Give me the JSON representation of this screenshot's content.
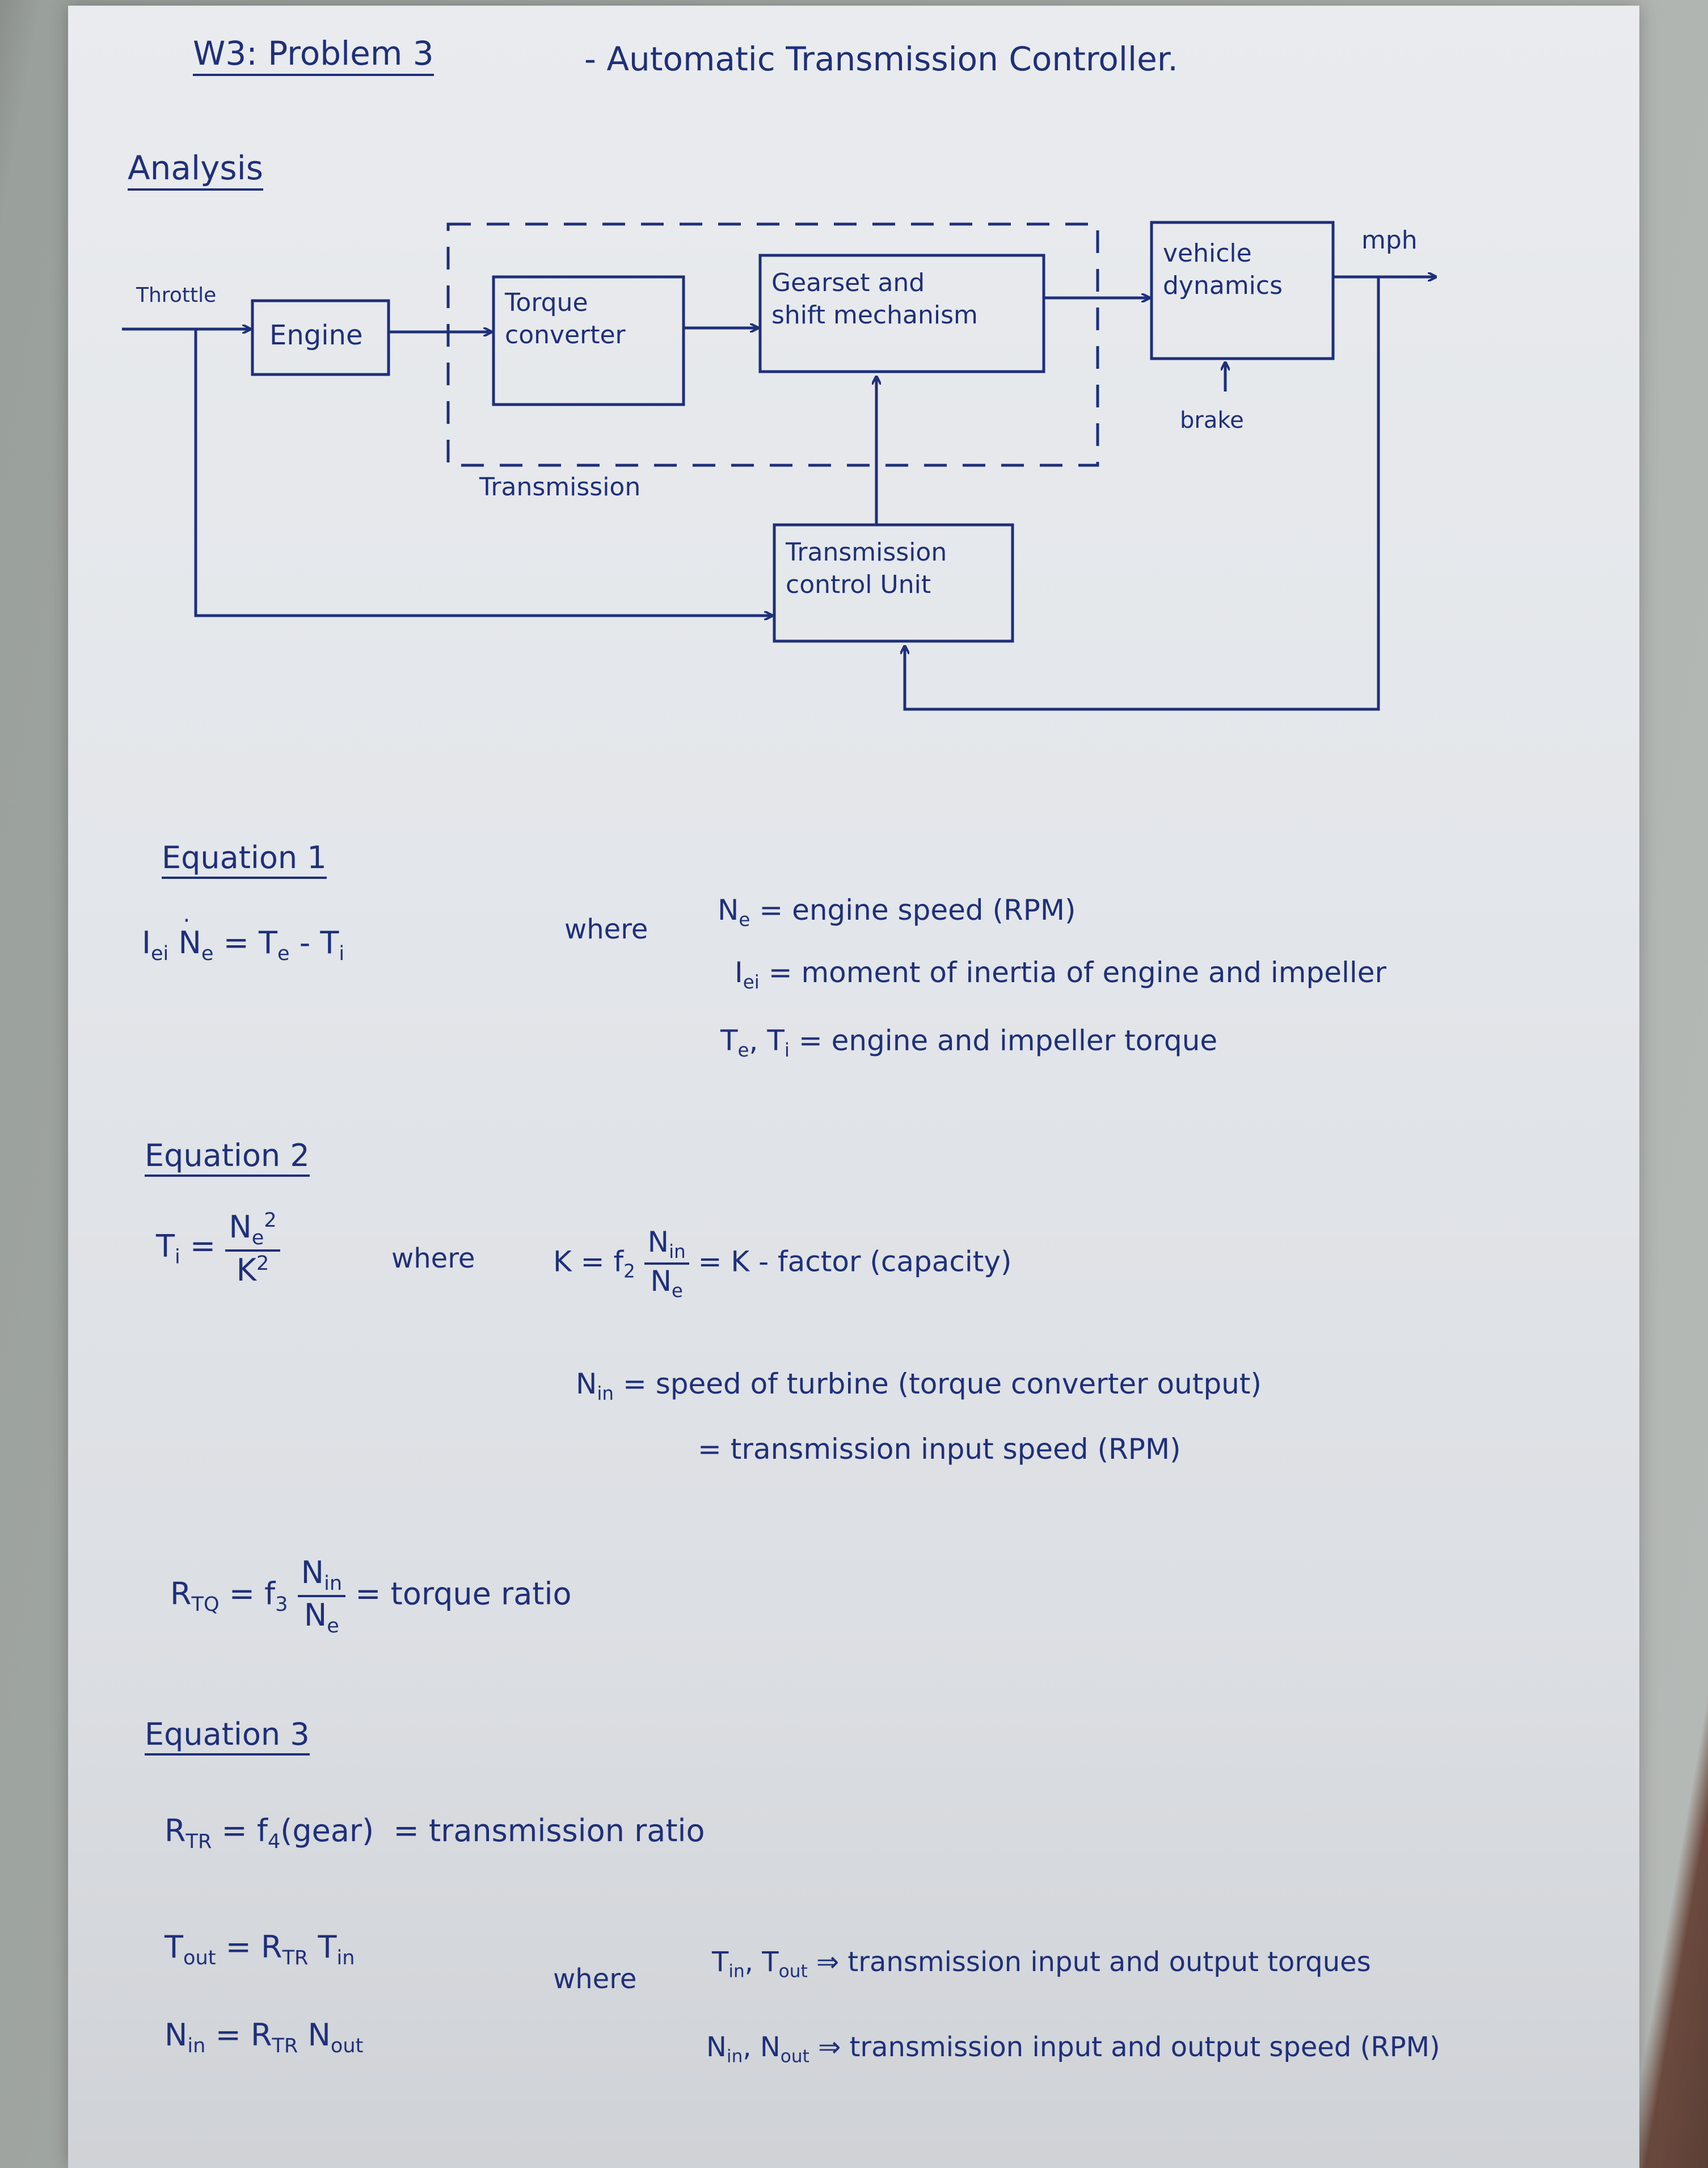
{
  "header": {
    "title": "W3: Problem 3",
    "subtitle": "- Automatic Transmission Controller."
  },
  "analysis": {
    "heading": "Analysis"
  },
  "diagram": {
    "input_label": "Throttle",
    "output_label": "mph",
    "brake_label": "brake",
    "transmission_group_label": "Transmission",
    "blocks": {
      "engine": "Engine",
      "torque_converter": [
        "Torque",
        "converter"
      ],
      "gearset": [
        "Gearset and",
        "shift mechanism"
      ],
      "vehicle": [
        "vehicle",
        "dynamics"
      ],
      "tcu": [
        "Transmission",
        "control Unit"
      ]
    }
  },
  "eq1": {
    "heading": "Equation 1",
    "lhs": "I",
    "lhs_sub": "ei",
    "lhs_var": "N",
    "lhs_var_sub": "e",
    "rhs": "= T",
    "rhs_sub_e": "e",
    "rhs_minus": "- T",
    "rhs_sub_i": "i",
    "where": "where",
    "def1_sym": "N",
    "def1_sub": "e",
    "def1_text": "= engine speed (RPM)",
    "def2_sym": "I",
    "def2_sub": "ei",
    "def2_text": "= moment of inertia of engine and impeller",
    "def3_sym": "T",
    "def3_sub": "e",
    "def3_sym2": ", T",
    "def3_sub2": "i",
    "def3_text": "= engine and impeller torque"
  },
  "eq2": {
    "heading": "Equation 2",
    "lhs": "T",
    "lhs_sub": "i",
    "eq": "=",
    "num": "N",
    "num_sub": "e",
    "num_sup": "2",
    "den": "K",
    "den_sup": "2",
    "where": "where",
    "k_lhs": "K = f",
    "k_sub": "2",
    "k_num": "N",
    "k_num_sub": "in",
    "k_den": "N",
    "k_den_sub": "e",
    "k_text": "= K - factor (capacity)",
    "nin_sym": "N",
    "nin_sub": "in",
    "nin_text1": "= speed of turbine (torque converter output)",
    "nin_text2": "= transmission input speed (RPM)",
    "rtq_lhs": "R",
    "rtq_sub": "TQ",
    "rtq_eq": "= f",
    "rtq_f_sub": "3",
    "rtq_num": "N",
    "rtq_num_sub": "in",
    "rtq_den": "N",
    "rtq_den_sub": "e",
    "rtq_text": "= torque ratio"
  },
  "eq3": {
    "heading": "Equation 3",
    "l1_lhs": "R",
    "l1_sub": "TR",
    "l1_rhs": "= f",
    "l1_f_sub": "4",
    "l1_arg": "(gear)",
    "l1_text": "= transmission ratio",
    "l2_lhs": "T",
    "l2_sub": "out",
    "l2_rhs": "= R",
    "l2_rsub": "TR",
    "l2_var": "T",
    "l2_vsub": "in",
    "l3_lhs": "N",
    "l3_sub": "in",
    "l3_rhs": "= R",
    "l3_rsub": "TR",
    "l3_var": "N",
    "l3_vsub": "out",
    "where": "where",
    "w1_sym": "T",
    "w1_sub": "in",
    "w1_sym2": ", T",
    "w1_sub2": "out",
    "w1_text": "⇒ transmission input and output torques",
    "w2_sym": "N",
    "w2_sub": "in",
    "w2_sym2": ", N",
    "w2_sub2": "out",
    "w2_text": "⇒ transmission input and output speed (RPM)"
  }
}
